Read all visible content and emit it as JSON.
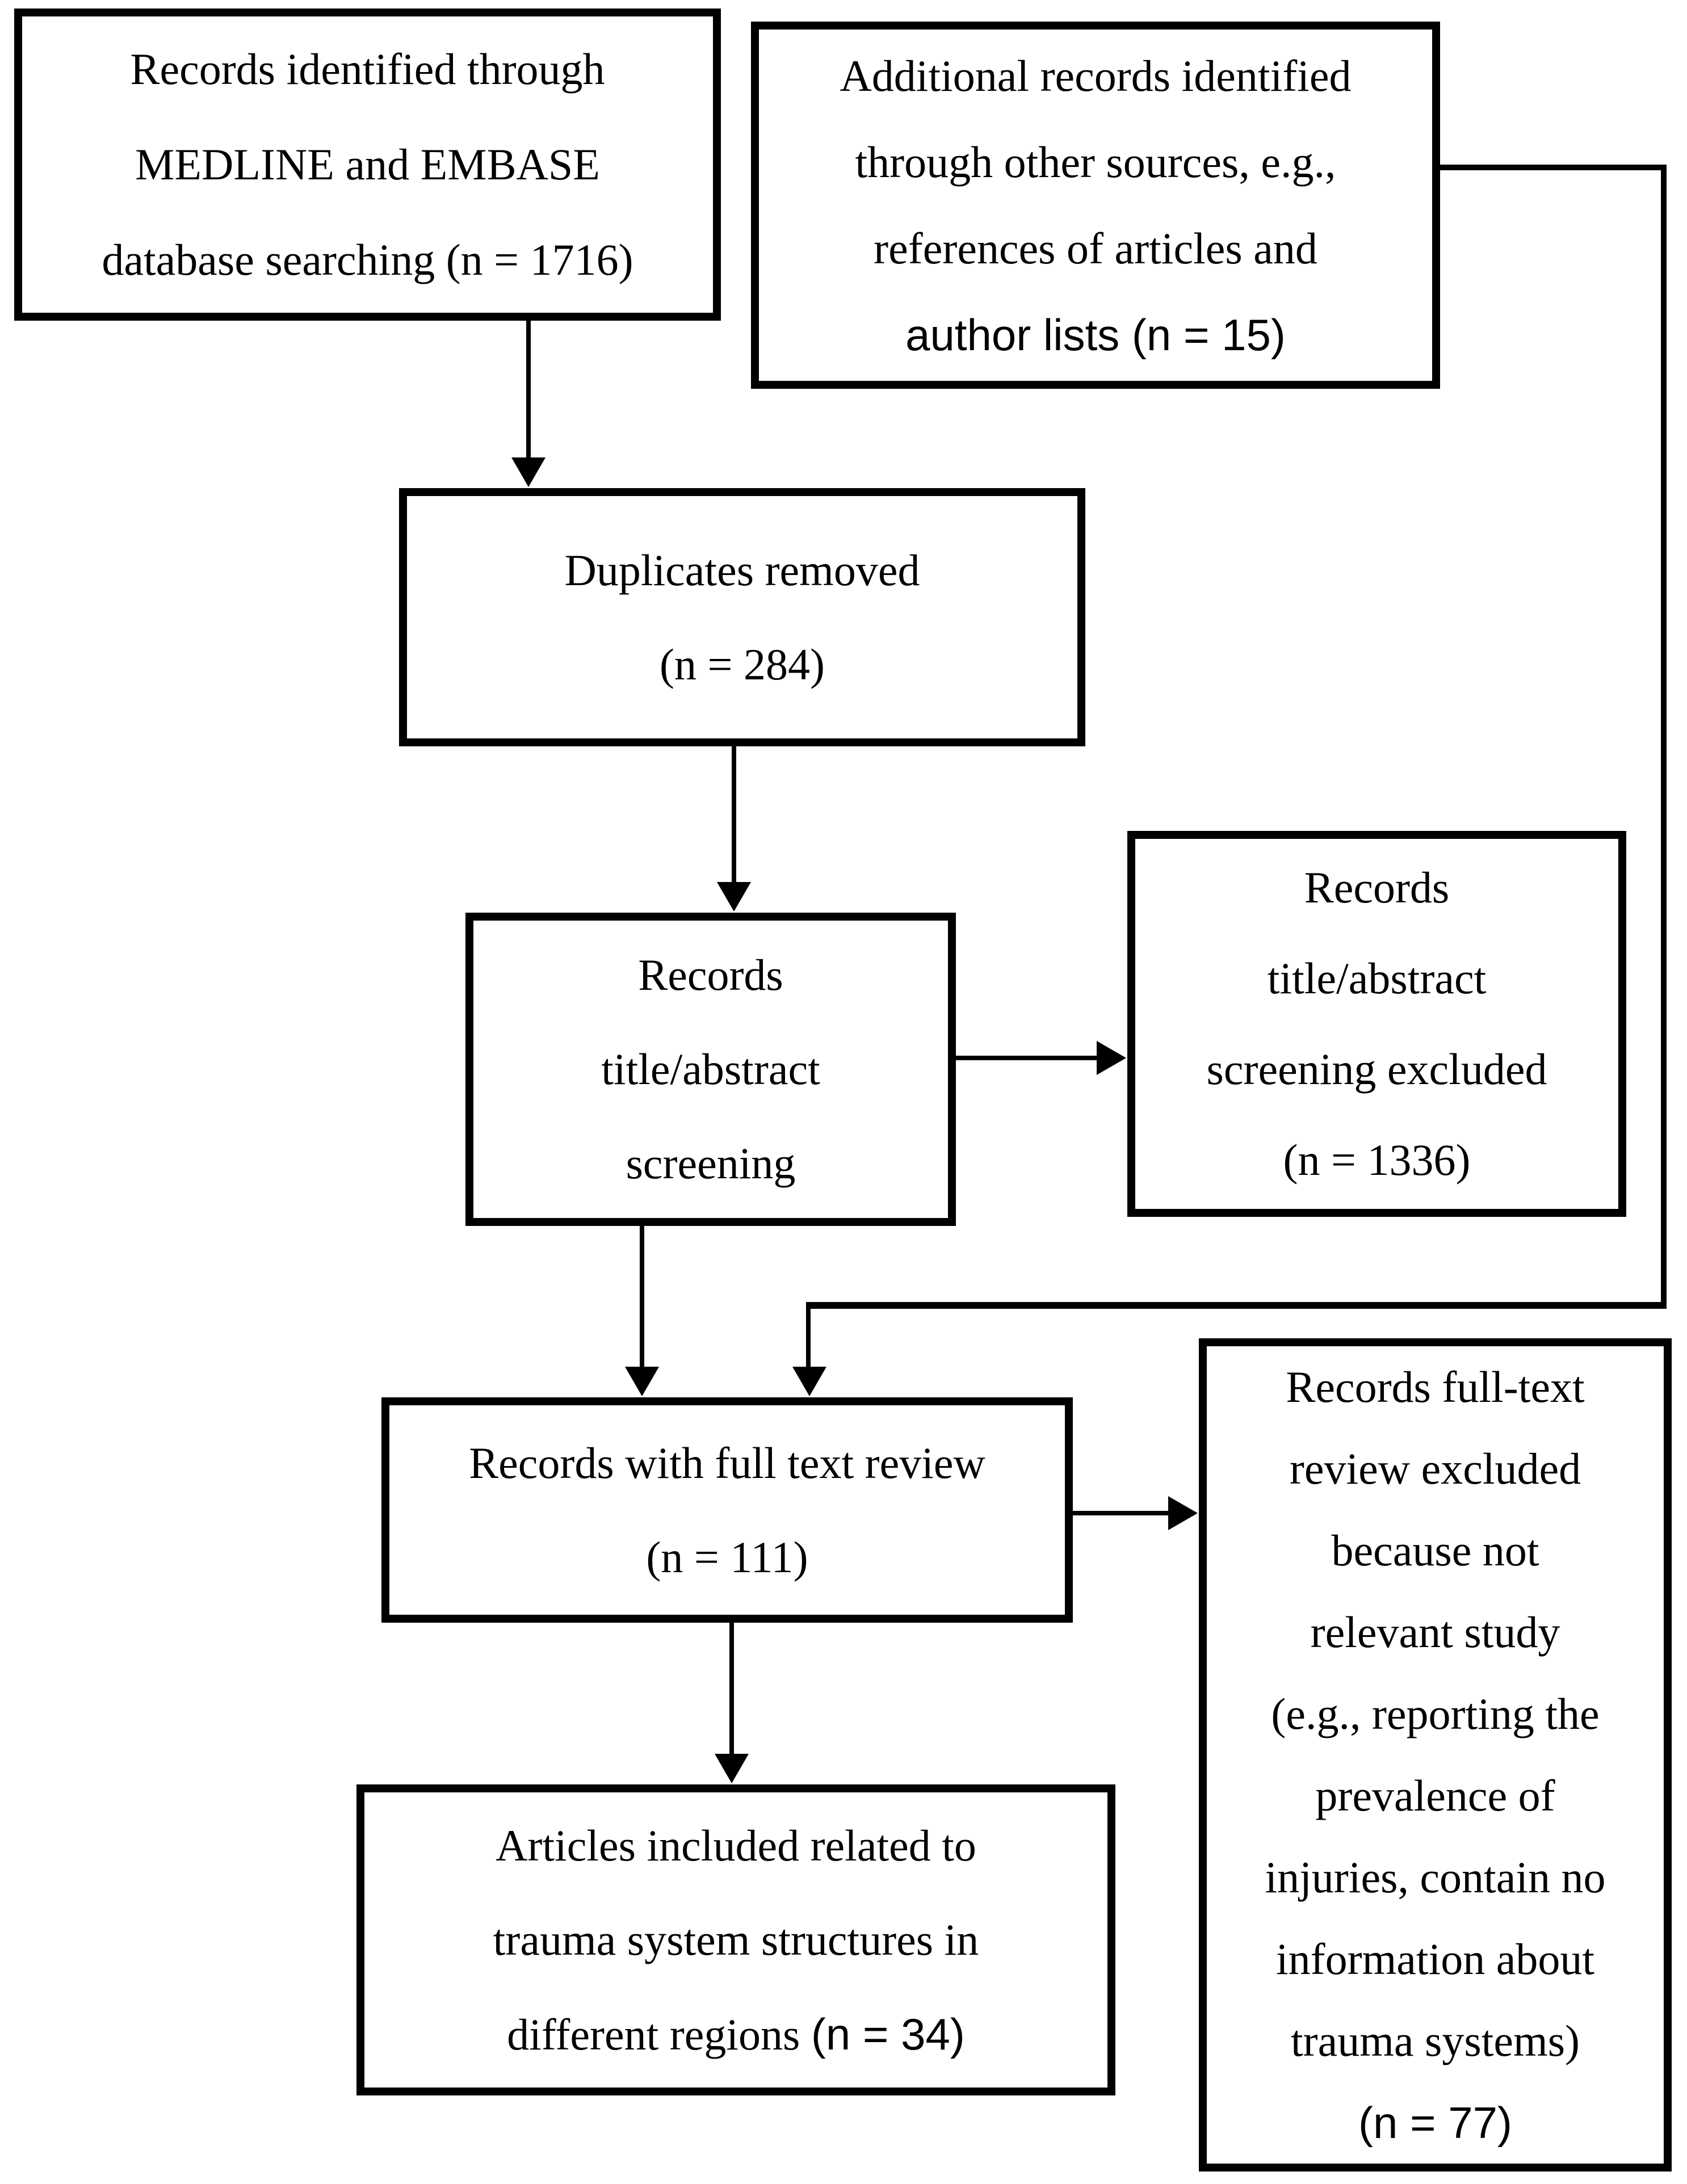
{
  "figure": {
    "background": "#ffffff",
    "ink": "#000000",
    "boxes": {
      "records_identified": {
        "line1": "Records identified through",
        "line2": "MEDLINE and EMBASE",
        "line3": "database searching (n = 1716)"
      },
      "additional_records": {
        "line1": "Additional records identified",
        "line2": "through other sources, e.g.,",
        "line3": "references of articles and",
        "line4": "author lists (n = 15)"
      },
      "duplicates_removed": {
        "line1": "Duplicates removed",
        "line2": "(n = 284)"
      },
      "title_abstract_screening": {
        "line1": "Records",
        "line2": "title/abstract",
        "line3": "screening"
      },
      "title_abstract_excluded": {
        "line1": "Records",
        "line2": "title/abstract",
        "line3": "screening excluded",
        "line4": "(n = 1336)"
      },
      "full_text_review": {
        "line1": "Records with full text review",
        "line2": "(n = 111)"
      },
      "articles_included": {
        "line1": "Articles included related to",
        "line2": "trauma system structures in",
        "line3_serif": "different regions ",
        "line3_sans": "(n = 34)"
      },
      "full_text_excluded": {
        "line1": "Records full-text",
        "line2": "review excluded",
        "line3": "because not",
        "line4": "relevant study",
        "line5": "(e.g., reporting the",
        "line6": "prevalence of",
        "line7": "injuries, contain no",
        "line8": "information about",
        "line9": "trauma systems)",
        "line10": "(n = 77)"
      }
    }
  }
}
